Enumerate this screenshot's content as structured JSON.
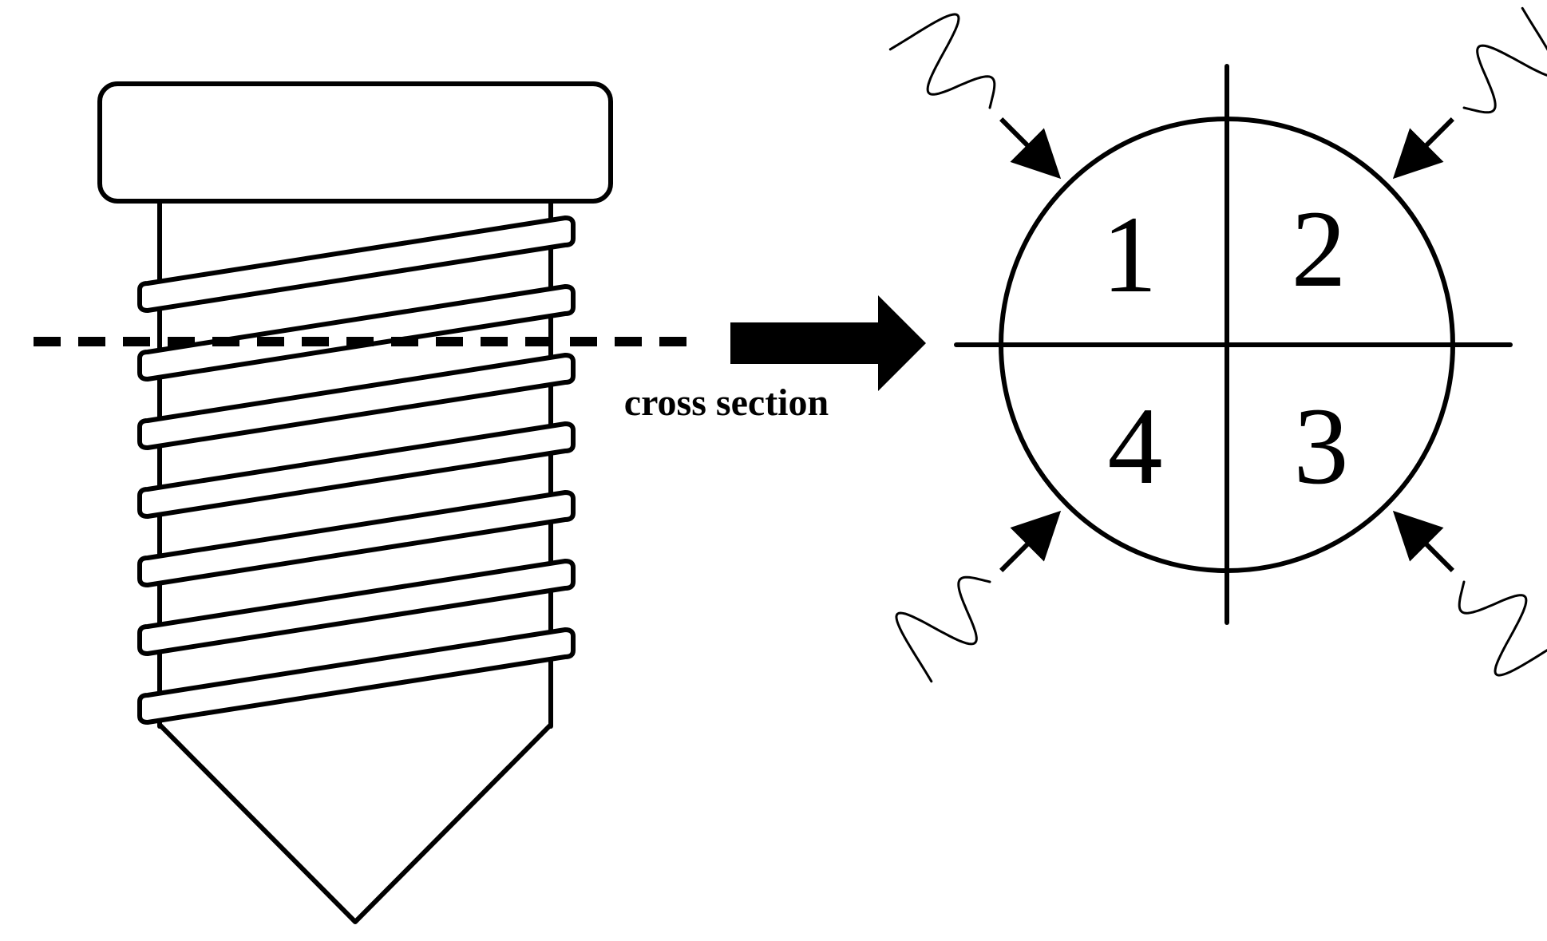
{
  "labels": {
    "cross_section": "cross section",
    "quadrants": [
      "1",
      "2",
      "3",
      "4"
    ]
  },
  "colors": {
    "ink": "#000000",
    "background": "#ffffff"
  }
}
